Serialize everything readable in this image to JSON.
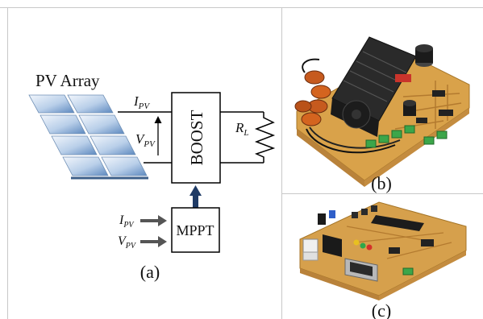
{
  "panel_a": {
    "pv_array_label": "PV Array",
    "current_label": {
      "main": "I",
      "sub": "PV"
    },
    "voltage_label": {
      "main": "V",
      "sub": "PV"
    },
    "boost_label": "BOOST",
    "load_label": {
      "main": "R",
      "sub": "L"
    },
    "mppt_label": "MPPT",
    "mppt_current_input": {
      "main": "I",
      "sub": "PV"
    },
    "mppt_voltage_input": {
      "main": "V",
      "sub": "PV"
    },
    "caption": "(a)"
  },
  "panel_b": {
    "caption": "(b)",
    "photo_description": "boost-converter-board-photo"
  },
  "panel_c": {
    "caption": "(c)",
    "photo_description": "mppt-controller-board-photo"
  },
  "colors": {
    "pv_cell_light": "#e8f0fa",
    "pv_cell_dark": "#4f7fb8",
    "frame": "#c8c8c8",
    "pcb": "#d9a24a",
    "arrow_dark": "#1f3b66"
  }
}
